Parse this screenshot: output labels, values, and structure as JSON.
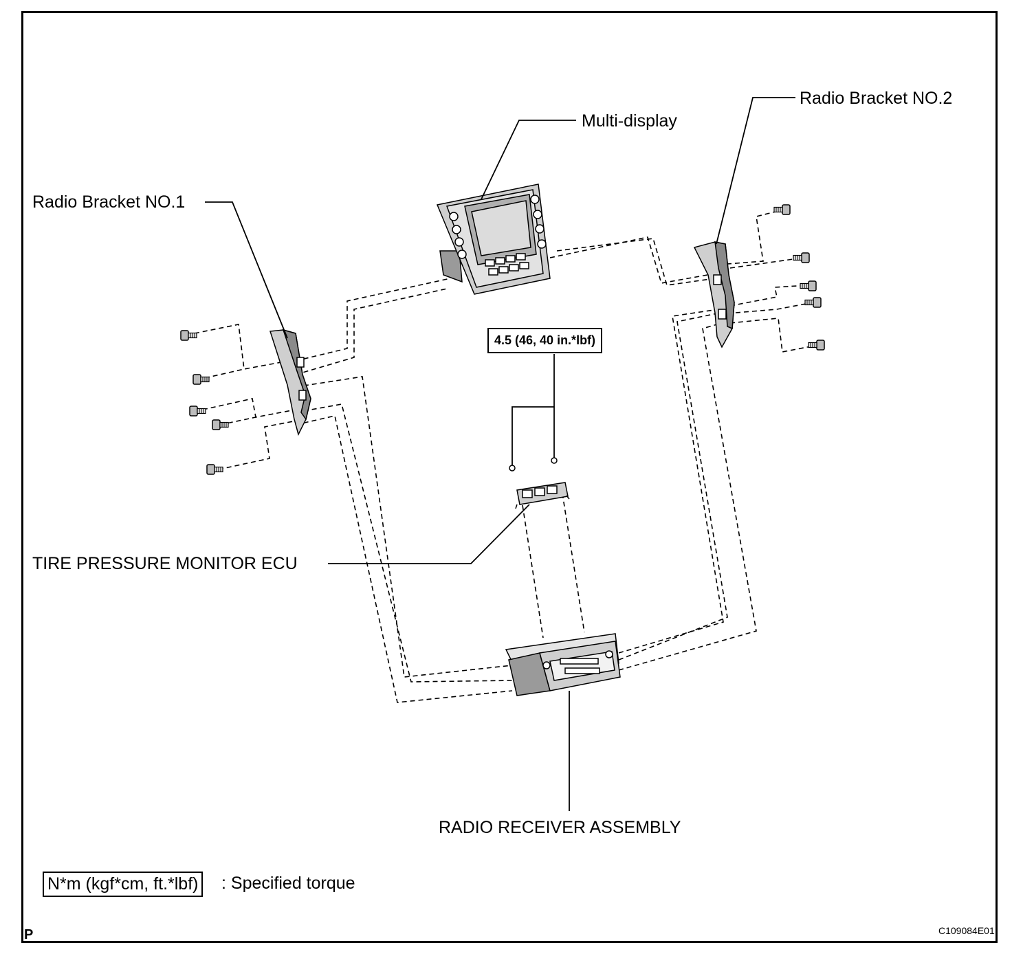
{
  "labels": {
    "radio_bracket_1": "Radio Bracket NO.1",
    "radio_bracket_2": "Radio Bracket NO.2",
    "multi_display": "Multi-display",
    "tpm_ecu": "TIRE PRESSURE MONITOR ECU",
    "radio_receiver": "RADIO RECEIVER ASSEMBLY"
  },
  "torque": {
    "ecu_screws": "4.5 (46, 40 in.*lbf)"
  },
  "legend": {
    "unit_box": "N*m (kgf*cm, ft.*lbf)",
    "text": ": Specified torque"
  },
  "footer": {
    "corner_letter": "P",
    "figure_id": "C109084E01"
  },
  "colors": {
    "ink": "#000000",
    "component_fill": "#cfcfcf",
    "component_dark": "#8a8a8a",
    "background": "#ffffff"
  }
}
